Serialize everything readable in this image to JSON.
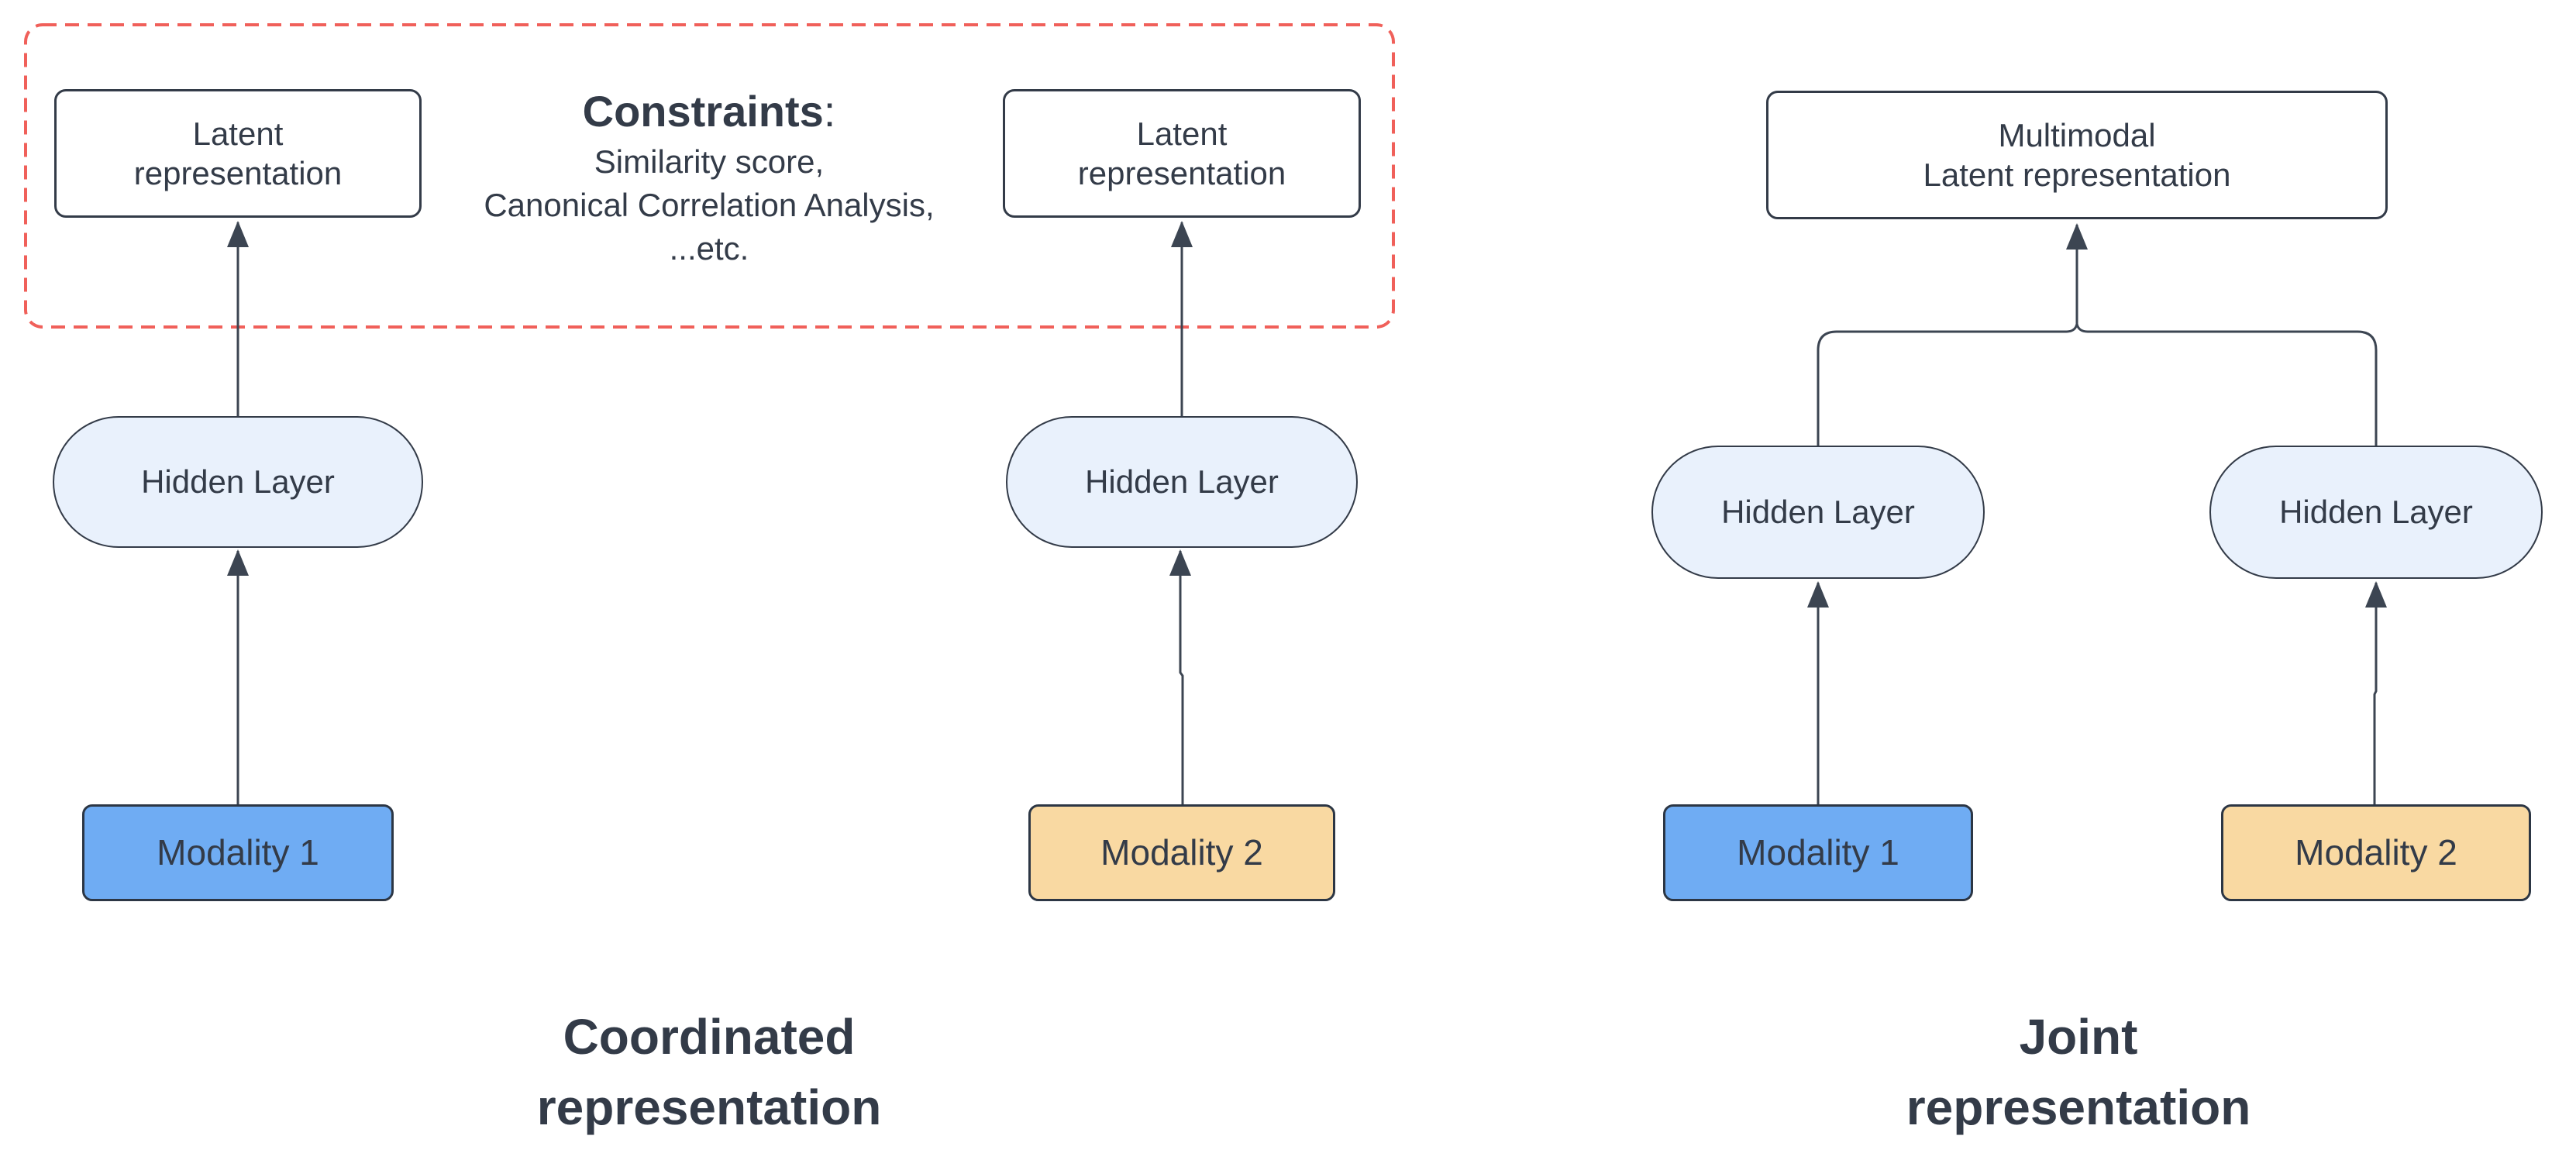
{
  "colors": {
    "ink": "#333b48",
    "line": "#3c4552",
    "accent_red": "#f0605a",
    "node_fill": "#ffffff",
    "hidden_fill": "#e9f1fc",
    "modality1_fill": "#6facf3",
    "modality2_fill": "#f9d9a2",
    "border_dark": "#2c3644"
  },
  "coordinated": {
    "title": [
      "Coordinated",
      "representation"
    ],
    "constraints": {
      "heading": "Constraints",
      "colon": ":",
      "items": [
        "Similarity score,",
        "Canonical Correlation Analysis,",
        "...etc."
      ]
    },
    "latent_left": [
      "Latent",
      "representation"
    ],
    "latent_right": [
      "Latent",
      "representation"
    ],
    "hidden_left": "Hidden Layer",
    "hidden_right": "Hidden Layer",
    "modality_1": "Modality 1",
    "modality_2": "Modality 2"
  },
  "joint": {
    "title": [
      "Joint",
      "representation"
    ],
    "multimodal": [
      "Multimodal",
      "Latent representation"
    ],
    "hidden_left": "Hidden Layer",
    "hidden_right": "Hidden Layer",
    "modality_1": "Modality 1",
    "modality_2": "Modality 2"
  }
}
